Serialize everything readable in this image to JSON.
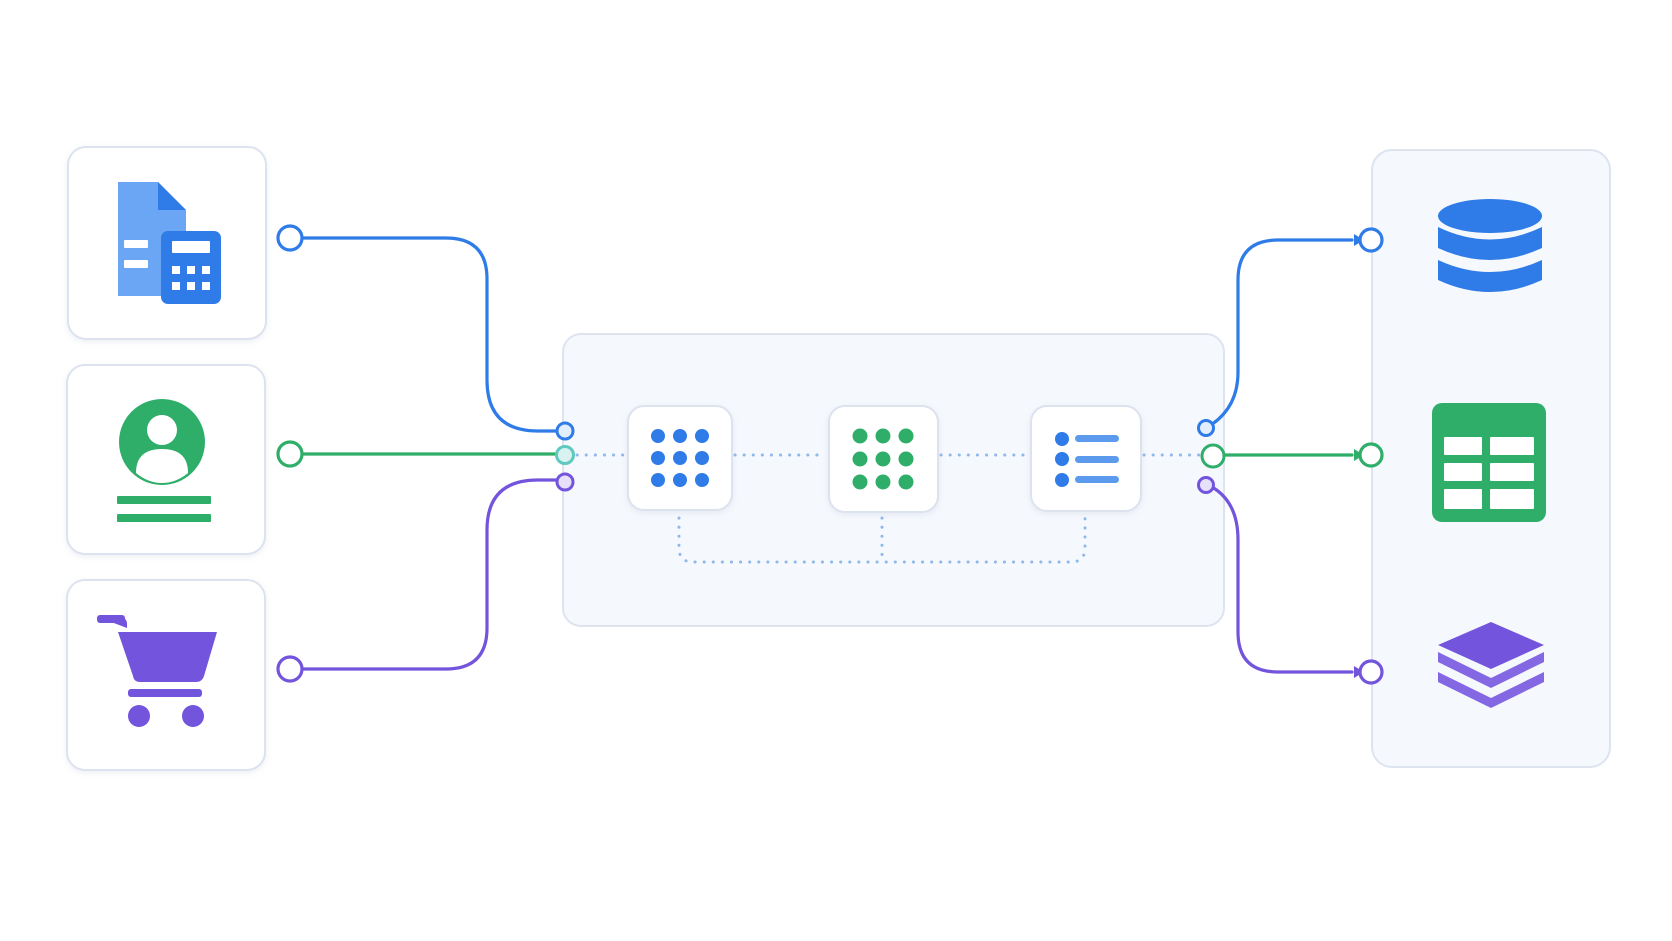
{
  "colors": {
    "blue": "#2f7be8",
    "green": "#2fae6a",
    "purple": "#7354dc",
    "cyan": "#5fc9c0",
    "dotted": "#8fb8ea",
    "card_border": "#dde3ee",
    "panel_bg": "#f5f8fd",
    "panel_border": "#dde4f0",
    "list_line": "#5c9aee"
  },
  "sources": [
    {
      "id": "invoice",
      "icon": "document-calculator-icon",
      "color": "blue"
    },
    {
      "id": "customer",
      "icon": "user-profile-icon",
      "color": "green"
    },
    {
      "id": "orders",
      "icon": "shopping-cart-icon",
      "color": "purple"
    }
  ],
  "pipeline": {
    "stages": [
      {
        "id": "ingest",
        "icon": "dot-grid-icon",
        "color": "blue"
      },
      {
        "id": "transform",
        "icon": "dot-grid-icon",
        "color": "green"
      },
      {
        "id": "structure",
        "icon": "list-icon",
        "color": "blue"
      }
    ]
  },
  "destinations": [
    {
      "id": "database",
      "icon": "database-icon",
      "color": "blue"
    },
    {
      "id": "spreadsheet",
      "icon": "table-icon",
      "color": "green"
    },
    {
      "id": "layers",
      "icon": "layers-icon",
      "color": "purple"
    }
  ]
}
